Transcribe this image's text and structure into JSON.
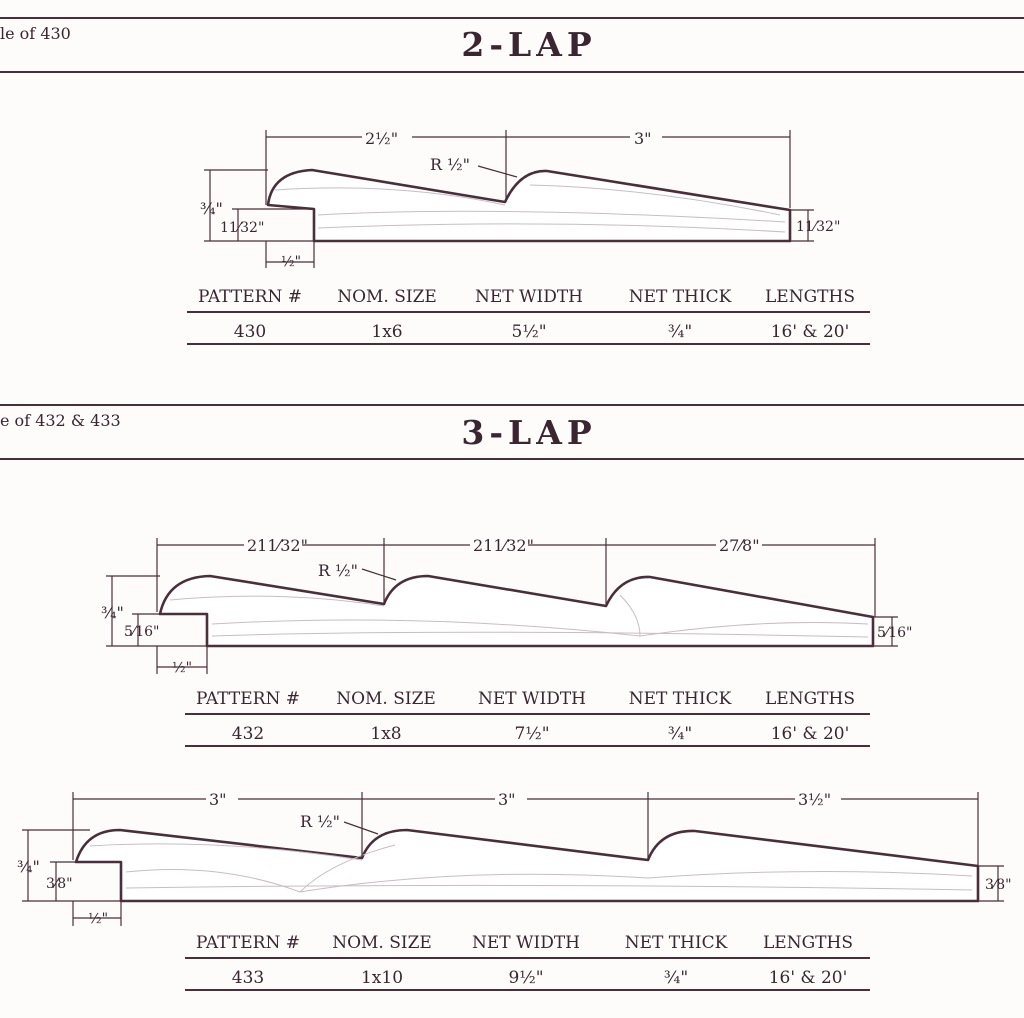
{
  "sections": [
    {
      "note": "le of 430",
      "title": "2-LAP",
      "profiles": [
        {
          "dims": {
            "spans": [
              "2½\"",
              "3\""
            ],
            "radius": "R ½\"",
            "left_overall": "¾\"",
            "left_inner": "11⁄32\"",
            "rabbet": "½\"",
            "right_edge": "11⁄32\""
          },
          "spec": {
            "headers": [
              "PATTERN #",
              "NOM. SIZE",
              "NET WIDTH",
              "NET THICK",
              "LENGTHS"
            ],
            "values": [
              "430",
              "1x6",
              "5½\"",
              "¾\"",
              "16' & 20'"
            ]
          }
        }
      ]
    },
    {
      "note": "e of 432 & 433",
      "title": "3-LAP",
      "profiles": [
        {
          "dims": {
            "spans": [
              "211⁄32\"",
              "211⁄32\"",
              "27⁄8\""
            ],
            "radius": "R ½\"",
            "left_overall": "¾\"",
            "left_inner": "5⁄16\"",
            "rabbet": "½\"",
            "right_edge": "5⁄16\""
          },
          "spec": {
            "headers": [
              "PATTERN #",
              "NOM. SIZE",
              "NET WIDTH",
              "NET THICK",
              "LENGTHS"
            ],
            "values": [
              "432",
              "1x8",
              "7½\"",
              "¾\"",
              "16' & 20'"
            ]
          }
        },
        {
          "dims": {
            "spans": [
              "3\"",
              "3\"",
              "3½\""
            ],
            "radius": "R ½\"",
            "left_overall": "¾\"",
            "left_inner": "3⁄8\"",
            "rabbet": "½\"",
            "right_edge": "3⁄8\""
          },
          "spec": {
            "headers": [
              "PATTERN #",
              "NOM. SIZE",
              "NET WIDTH",
              "NET THICK",
              "LENGTHS"
            ],
            "values": [
              "433",
              "1x10",
              "9½\"",
              "¾\"",
              "16' & 20'"
            ]
          }
        }
      ]
    }
  ]
}
